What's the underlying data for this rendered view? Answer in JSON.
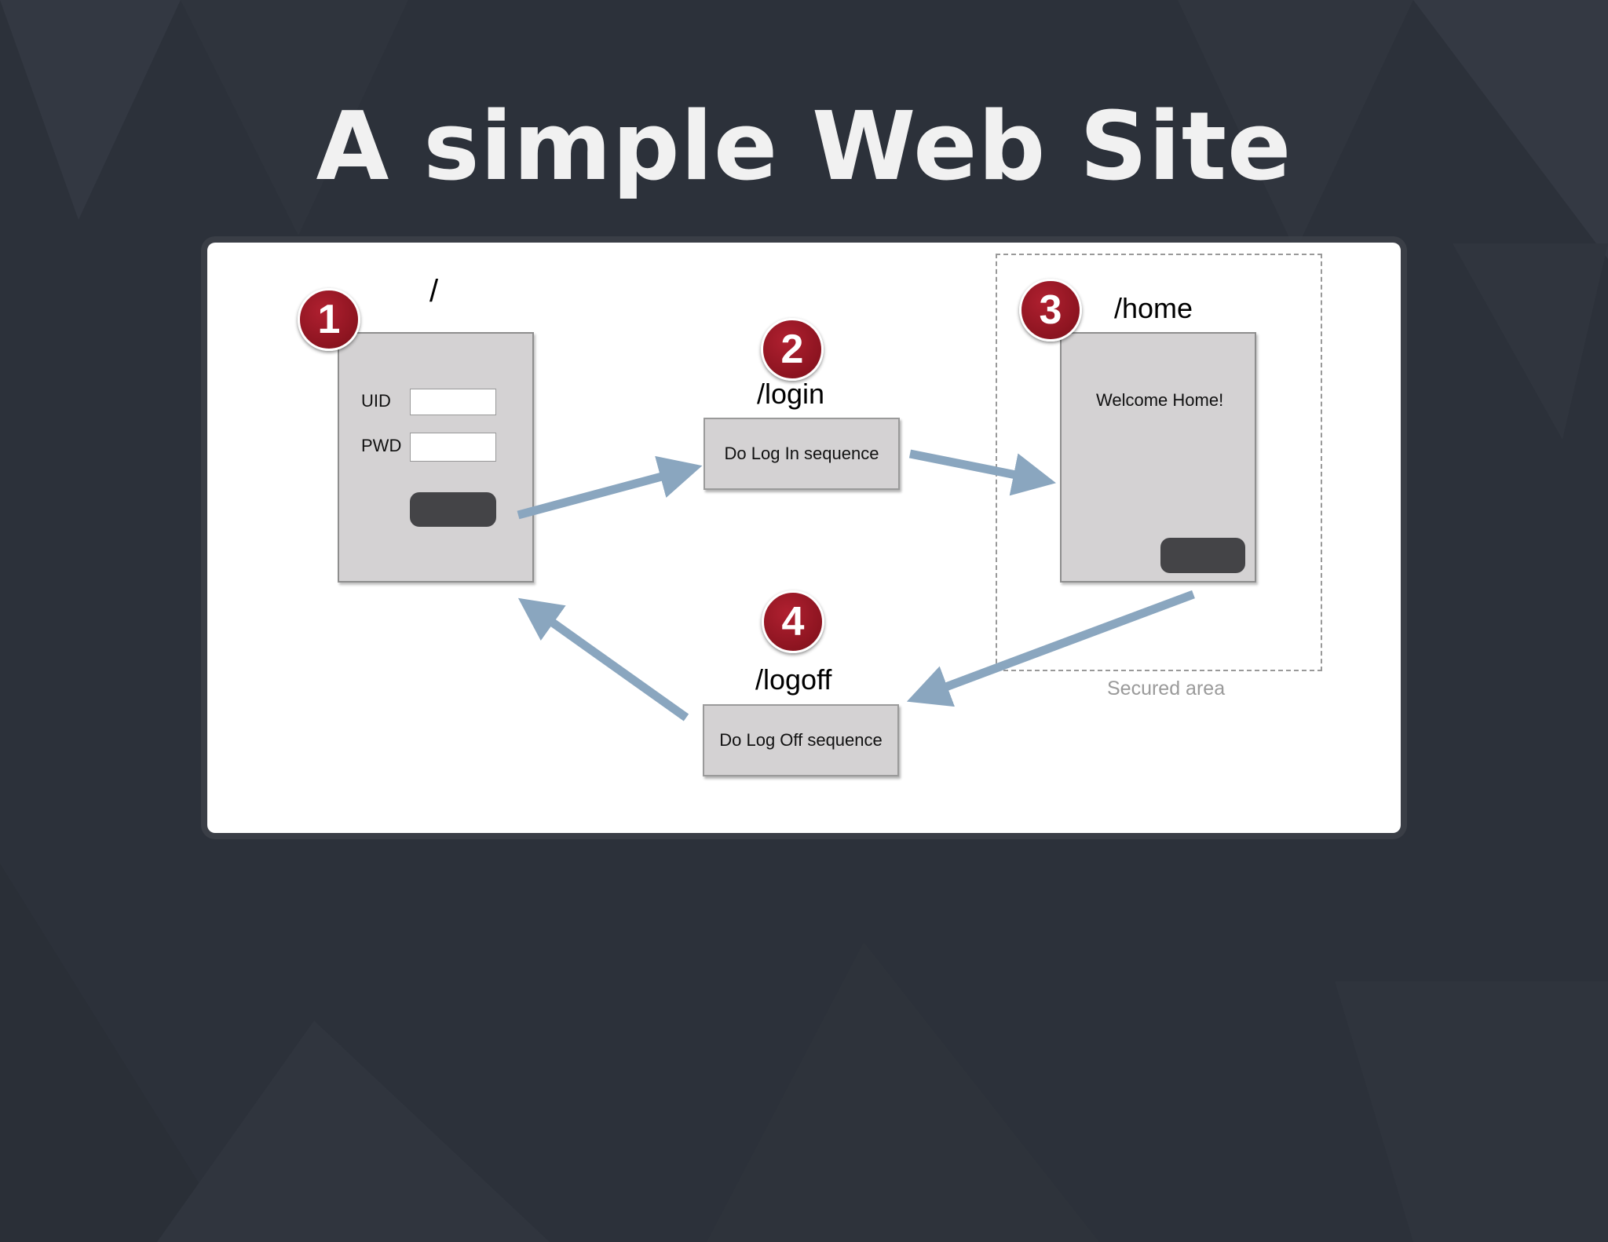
{
  "slide": {
    "title": "A simple Web Site"
  },
  "diagram": {
    "steps": [
      {
        "number": "1",
        "route": "/",
        "uid_label": "UID",
        "pwd_label": "PWD",
        "uid_value": "",
        "pwd_value": ""
      },
      {
        "number": "2",
        "route": "/login",
        "action": "Do Log In sequence"
      },
      {
        "number": "3",
        "route": "/home",
        "message": "Welcome Home!"
      },
      {
        "number": "4",
        "route": "/logoff",
        "action": "Do Log Off sequence"
      }
    ],
    "secured_area_label": "Secured area",
    "colors": {
      "badge": "#9b1b27",
      "arrow": "#8aa6bf",
      "box": "#d4d2d3",
      "button": "#444447"
    }
  }
}
